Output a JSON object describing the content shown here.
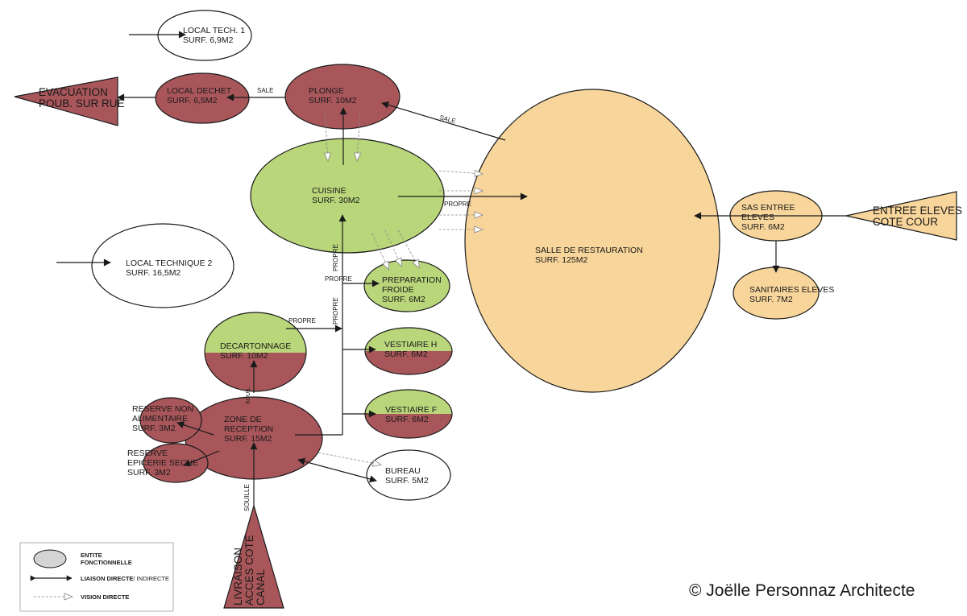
{
  "colors": {
    "kitchen_green": "#b9d67a",
    "dirty_red": "#a8565a",
    "student_orange": "#f8d59a",
    "neutral_white": "#ffffff",
    "outline": "#1a1a1a",
    "legend_grey": "#d4d4d4"
  },
  "icons": [
    "arrow-icon",
    "vision-arrow-icon",
    "ellipse-icon"
  ],
  "nodes": {
    "local_tech_1": {
      "name": "LOCAL TECH. 1",
      "surf": "SURF. 6,9M2"
    },
    "local_dechet": {
      "name": "LOCAL DECHET",
      "surf": "SURF. 6,5M2"
    },
    "evacuation": {
      "line1": "EVACUATION",
      "line2": "POUB. SUR RUE"
    },
    "plonge": {
      "name": "PLONGE",
      "surf": "SURF. 10M2"
    },
    "cuisine": {
      "name": "CUISINE",
      "surf": "SURF. 30M2"
    },
    "local_tech_2": {
      "name": "LOCAL TECHNIQUE 2",
      "surf": "SURF. 16,5M2"
    },
    "preparation": {
      "line1": "PREPARATION",
      "line2": "FROIDE",
      "surf": "SURF. 6M2"
    },
    "decartonnage": {
      "name": "DECARTONNAGE",
      "surf": "SURF. 10M2"
    },
    "vestiaire_h": {
      "name": "VESTIAIRE H",
      "surf": "SURF. 6M2"
    },
    "vestiaire_f": {
      "name": "VESTIAIRE F",
      "surf": "SURF. 6M2"
    },
    "reserve_non_alim": {
      "line1": "RESERVE NON",
      "line2": "ALIMENTAIRE",
      "surf": "SURF. 3M2"
    },
    "zone_reception": {
      "line1": "ZONE DE",
      "line2": "RECEPTION",
      "surf": "SURF. 15M2"
    },
    "reserve_epicerie": {
      "line1": "RESERVE",
      "line2": "EPICERIE SECHE",
      "surf": "SURF. 3M2"
    },
    "bureau": {
      "name": "BUREAU",
      "surf": "SURF. 5M2"
    },
    "livraison": {
      "line1": "LIVRAISON",
      "line2": "ACCES COTE",
      "line3": "CANAL"
    },
    "salle": {
      "name": "SALLE DE RESTAURATION",
      "surf": "SURF. 125M2"
    },
    "sas_entree": {
      "line1": "SAS ENTREE",
      "line2": "ELEVES",
      "surf": "SURF. 6M2"
    },
    "entree_eleves": {
      "line1": "ENTREE ELEVES",
      "line2": "COTE COUR"
    },
    "sanitaires": {
      "name": "SANITAIRES ELEVES",
      "surf": "SURF. 7M2"
    }
  },
  "edge_labels": {
    "sale_1": "SALE",
    "sale_2": "SALE",
    "propre_cuisine_salle": "PROPRE",
    "propre_vertical_top": "PROPRE",
    "propre_to_preparation": "PROPRE",
    "propre_vertical_mid": "PROPRE",
    "propre_from_decartonnage": "PROPRE",
    "souille_short": "SOUIL",
    "souille_livraison": "SOUILLE"
  },
  "legend": {
    "entity_line1": "ENTITE",
    "entity_line2": "FONCTIONNELLE",
    "link_direct": "LIAISON DIRECTE",
    "link_indirect": "/ INDIRECTE",
    "vision": "VISION DIRECTE"
  },
  "copyright": "© Joëlle Personnaz Architecte"
}
